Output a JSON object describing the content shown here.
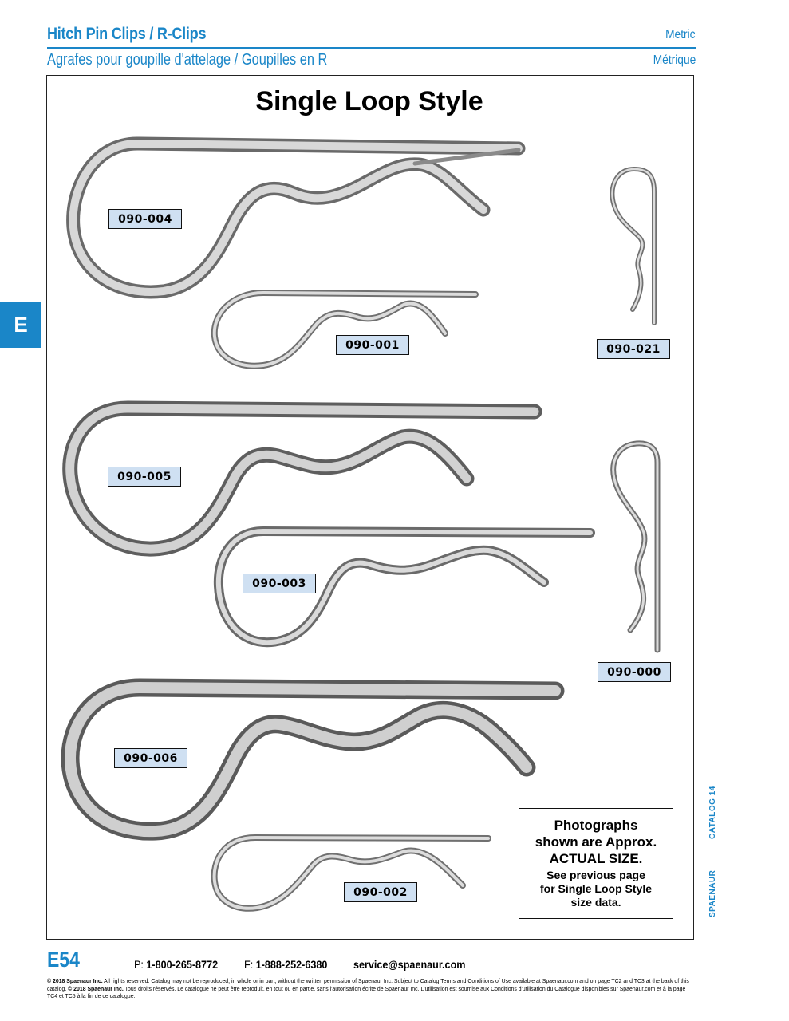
{
  "header": {
    "title_en": "Hitch Pin Clips / R-Clips",
    "title_fr": "Agrafes pour goupille d'attelage / Goupilles en R",
    "metric_en": "Metric",
    "metric_fr": "Métrique"
  },
  "section_tab": "E",
  "page_title": "Single Loop Style",
  "part_labels": {
    "p004": "090-004",
    "p001": "090-001",
    "p021": "090-021",
    "p005": "090-005",
    "p003": "090-003",
    "p000": "090-000",
    "p006": "090-006",
    "p002": "090-002"
  },
  "note": {
    "line1": "Photographs",
    "line2": "shown are Approx.",
    "line3": "ACTUAL SIZE.",
    "line4": "See previous page",
    "line5": "for Single Loop Style",
    "line6": "size data."
  },
  "sidebar": {
    "catalog": "CATALOG 14",
    "brand": "SPAENAUR"
  },
  "footer": {
    "page_number": "E54",
    "phone_label": "P:",
    "phone": "1-800-265-8772",
    "fax_label": "F:",
    "fax": "1-888-252-6380",
    "email": "service@spaenaur.com",
    "legal_en_bold": "© 2018 Spaenaur Inc.",
    "legal_en": "All rights reserved. Catalog may not be reproduced, in whole or in part, without the written permission of Spaenaur Inc. Subject to Catalog Terms and Conditions of Use available at Spaenaur.com and on page TC2 and TC3 at the back of this catalog.",
    "legal_fr_bold": "© 2018 Spaenaur Inc.",
    "legal_fr": "Tous droits réservés. Le catalogue ne peut être reproduit, en tout ou en partie, sans l'autorisation écrite de Spaenaur Inc. L'utilisation est soumise aux Conditions d'utilisation du Catalogue disponibles sur Spaenaur.com et à la page TC4 et TC5 à la fin de ce catalogue."
  }
}
